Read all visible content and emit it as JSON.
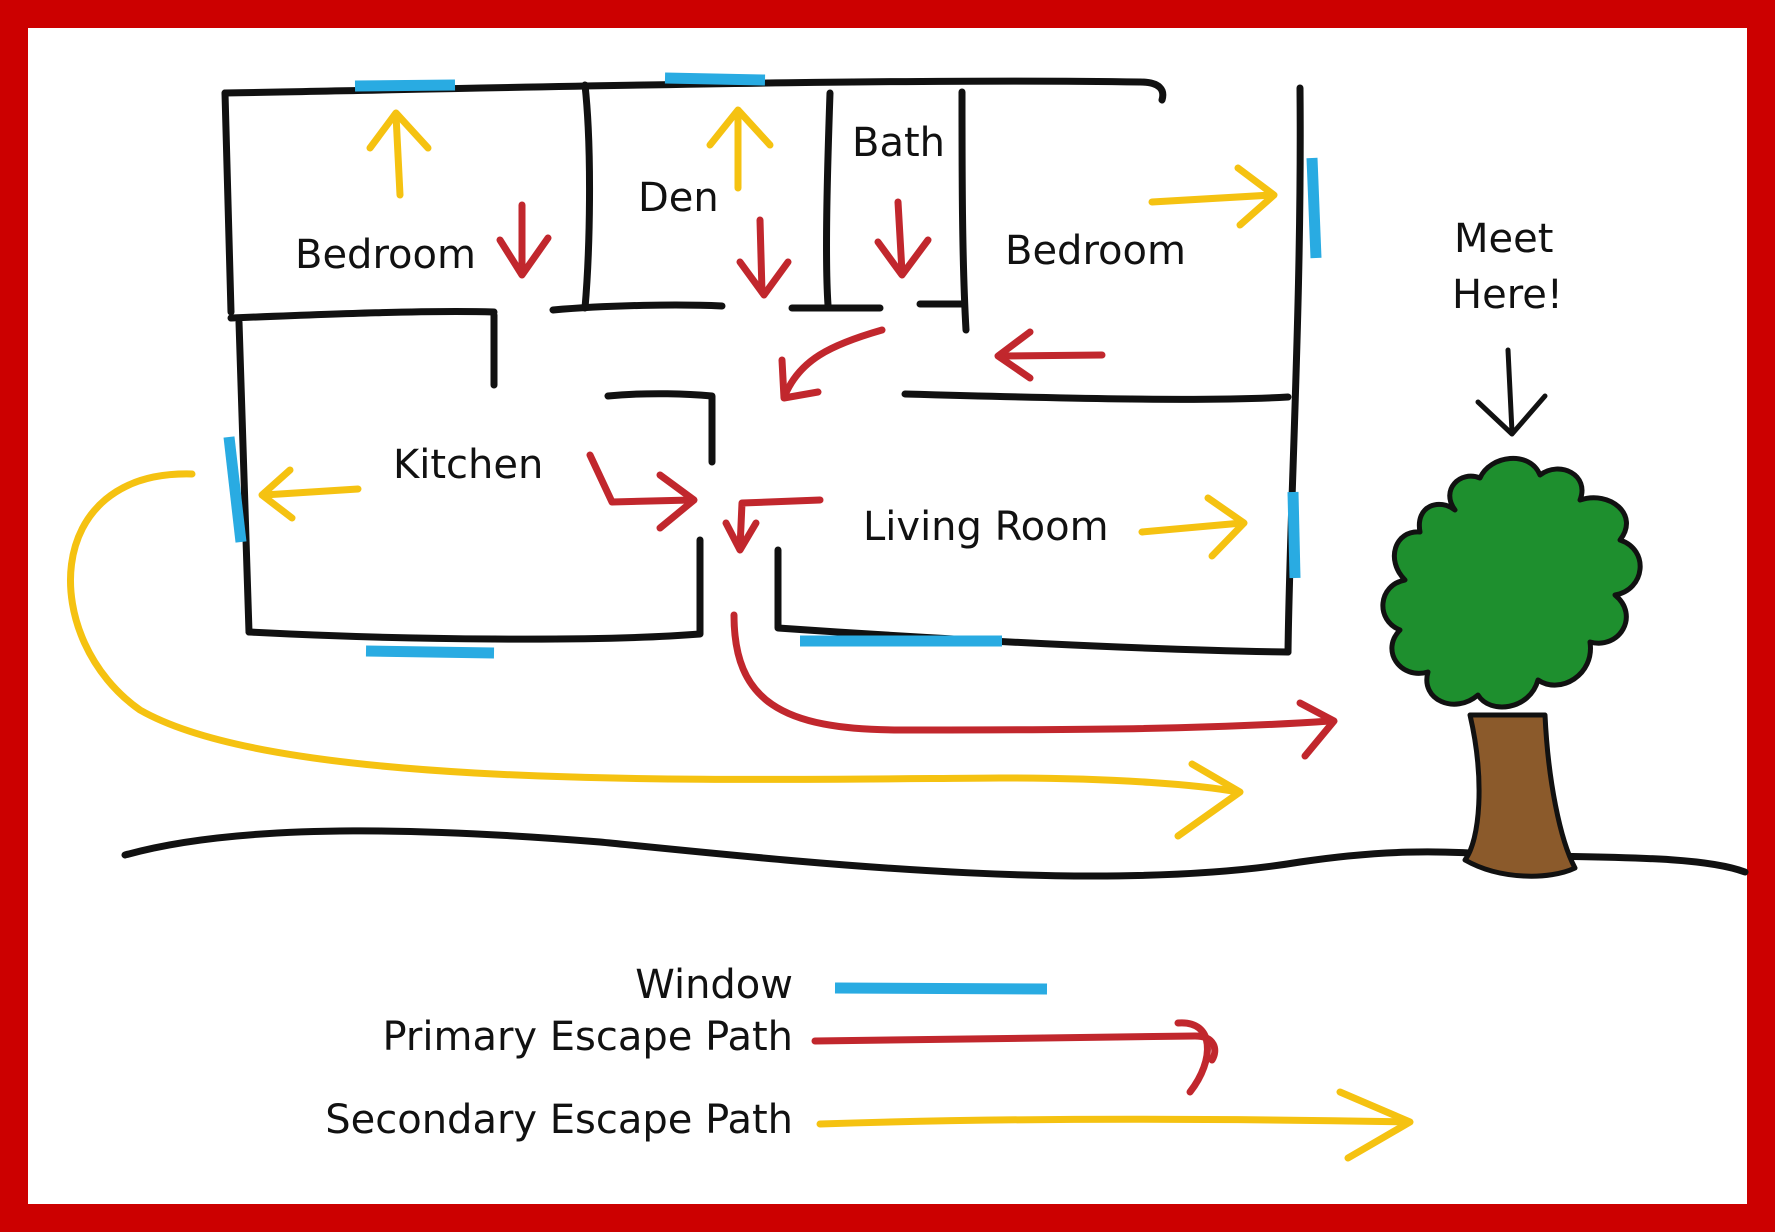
{
  "rooms": {
    "bedroom_left": "Bedroom",
    "den": "Den",
    "bath": "Bath",
    "bedroom_right": "Bedroom",
    "kitchen": "Kitchen",
    "living_room": "Living Room"
  },
  "meeting_point": {
    "line1": "Meet",
    "line2": "Here!"
  },
  "legend": {
    "window": "Window",
    "primary": "Primary Escape Path",
    "secondary": "Secondary Escape Path"
  },
  "colors": {
    "border": "#cc0000",
    "window": "#29abe2",
    "primary": "#c1272d",
    "secondary": "#f5c211",
    "tree_foliage": "#1e8f2e",
    "tree_trunk": "#8b5a2b"
  }
}
